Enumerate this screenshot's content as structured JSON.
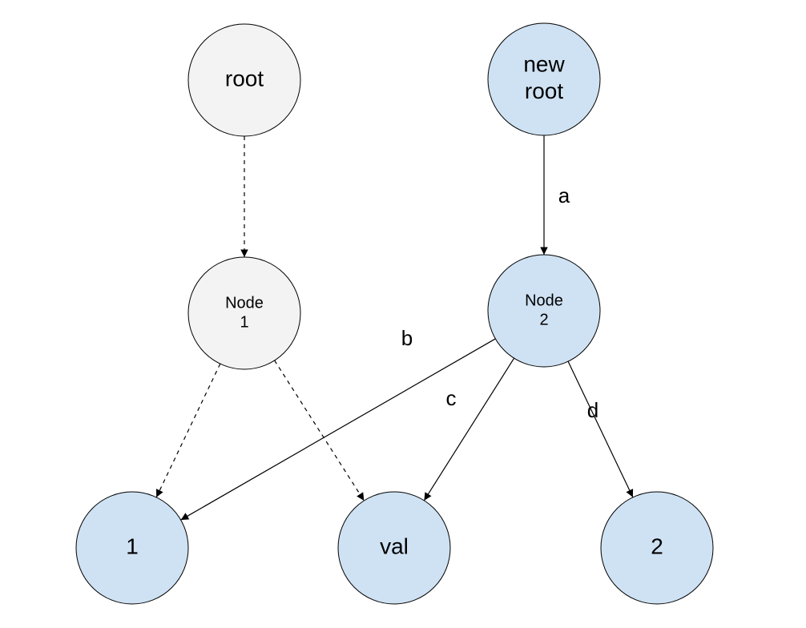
{
  "colors": {
    "old_fill": "#f3f3f3",
    "new_fill": "#cfe2f3",
    "stroke": "#000000"
  },
  "nodes": [
    {
      "id": "root",
      "lines": [
        "root"
      ],
      "style": "old"
    },
    {
      "id": "new-root",
      "lines": [
        "new",
        "root"
      ],
      "style": "new"
    },
    {
      "id": "node-1",
      "lines": [
        "Node",
        "1"
      ],
      "style": "old"
    },
    {
      "id": "node-2",
      "lines": [
        "Node",
        "2"
      ],
      "style": "new"
    },
    {
      "id": "leaf-1",
      "lines": [
        "1"
      ],
      "style": "new"
    },
    {
      "id": "leaf-val",
      "lines": [
        "val"
      ],
      "style": "new"
    },
    {
      "id": "leaf-2",
      "lines": [
        "2"
      ],
      "style": "new"
    }
  ],
  "edges": [
    {
      "from": "root",
      "to": "node-1",
      "style": "dashed",
      "label": ""
    },
    {
      "from": "node-1",
      "to": "leaf-1",
      "style": "dashed",
      "label": ""
    },
    {
      "from": "node-1",
      "to": "leaf-val",
      "style": "dashed",
      "label": ""
    },
    {
      "from": "new-root",
      "to": "node-2",
      "style": "solid",
      "label": "a"
    },
    {
      "from": "node-2",
      "to": "leaf-1",
      "style": "solid",
      "label": "b"
    },
    {
      "from": "node-2",
      "to": "leaf-val",
      "style": "solid",
      "label": "c"
    },
    {
      "from": "node-2",
      "to": "leaf-2",
      "style": "solid",
      "label": "d"
    }
  ]
}
